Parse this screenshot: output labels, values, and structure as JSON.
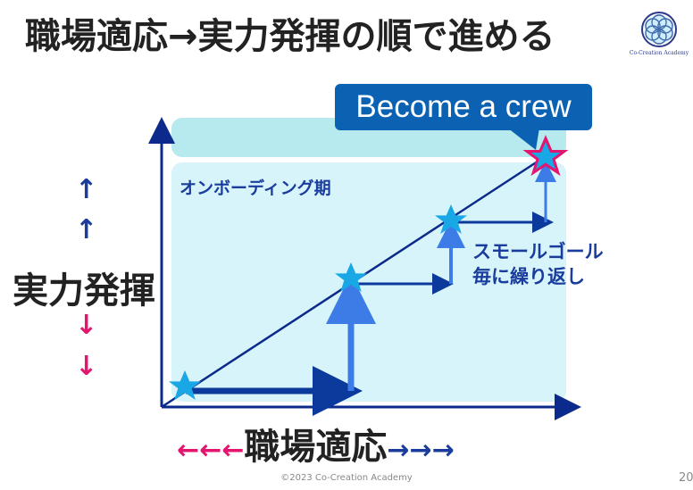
{
  "slide": {
    "title": "職場適応→実力発揮の順で進める",
    "logo_text": "Co-Creation Academy",
    "y_axis_label": "実力発揮",
    "x_axis_label": "職場適応",
    "onboarding_label": "オンボーディング期",
    "small_goal_line1": "スモールゴール",
    "small_goal_line2": "毎に繰り返し",
    "callout": "Become a crew",
    "footer": "©2023 Co-Creation Academy",
    "page_number": "20",
    "up_arrows": [
      "↑",
      "↑"
    ],
    "down_arrows": [
      "↓",
      "↓"
    ],
    "left_arrows": "←←←",
    "right_arrows": "→→→"
  },
  "colors": {
    "axis": "#0b2a8c",
    "panel_light": "#d7f4fb",
    "band": "#b6eaee",
    "star": "#1aa7e6",
    "star_final_outline": "#e4156f",
    "arrow_dark": "#0b3a9c",
    "arrow_light": "#3d7be6",
    "callout_bg": "#0b62b3",
    "pink": "#e4156f"
  }
}
